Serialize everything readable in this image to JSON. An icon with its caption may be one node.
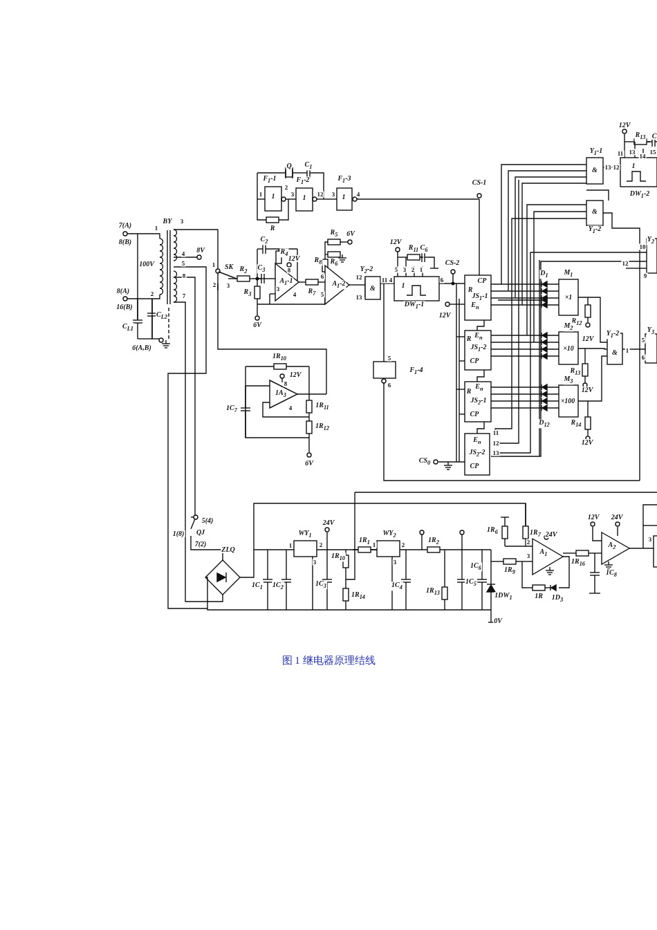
{
  "diagram": {
    "caption": "图 1 继电器原理结线",
    "labels": [
      "12V",
      "R$_{13}$",
      "C",
      "11",
      "13",
      "14",
      "15",
      "Y$_{1}$-1",
      "&",
      "13",
      "12",
      "1",
      "DW$_{1}$-2",
      "&",
      "Y$_{1}$-2",
      "Q",
      "C$_{1}$",
      "F$_{1}$-1",
      "F$_{1}$-2",
      "F$_{1}$-3",
      "CS-1",
      "1",
      "1",
      "2",
      "3",
      "1",
      "12",
      "3",
      "1",
      "4",
      "7(A)",
      "R",
      "8(B)",
      "BY",
      "3",
      "1",
      "100V",
      "4",
      "8V",
      "5",
      "8",
      "7",
      "8(A)",
      "2",
      "16(B)",
      "C$_{L2}$",
      "C$_{L1}$",
      "6(A,B)",
      "1",
      "SK",
      "2",
      "3",
      "R$_{2}$",
      "C$_{2}$",
      "C$_{3}$",
      "R$_{4}$",
      "12V",
      "8",
      "3",
      "A$_{1}$-1",
      "4",
      "R$_{3}$",
      "6V",
      "R$_{5}$",
      "6V",
      "R$_{8}$",
      "R$_{6}$",
      "R$_{7}$",
      "6",
      "A$_{1}$-2",
      "5",
      "Y$_{2}$-2",
      "12",
      "&",
      "13",
      "11",
      "4",
      "12V",
      "R$_{11}$",
      "C$_{6}$",
      "5",
      "3",
      "2",
      "1",
      "CS-2",
      "1",
      "6",
      "DW$_{1}$-1",
      "12V",
      "CP",
      "R",
      "JS$_{1}$-1",
      "E$_{n}$",
      "R",
      "E$_{n}$",
      "JS$_{1}$-2",
      "CP",
      "R",
      "E$_{n}$",
      "JS$_{2}$-1",
      "CP",
      "E$_{n}$",
      "JS$_{2}$-2",
      "CP",
      "11",
      "12",
      "13",
      "CS$_{0}$",
      "D$_{1}$",
      "M$_{1}$",
      "×1",
      "R$_{12}$",
      "M$_{2}$",
      "×10",
      "12V",
      "R$_{13}$",
      "12V",
      "M$_{3}$",
      "×100",
      "D$_{12}$",
      "R$_{14}$",
      "12V",
      "Y$_{1}$-2",
      "&",
      "1",
      "Y$_{3}$",
      "5",
      "6",
      "Y$_{2}$",
      "10",
      "12",
      "9",
      "5",
      "F$_{1}$-4",
      "6",
      "1R$_{10}$",
      "12V",
      "8",
      "1A$_{3}$",
      "4",
      "1C$_{7}$",
      "1R$_{11}$",
      "1R$_{12}$",
      "6V",
      "5(4)",
      "1(8)",
      "QJ",
      "7(2)",
      "ZLQ",
      "1C$_{1}$",
      "1C$_{2}$",
      "WY$_{1}$",
      "1",
      "2",
      "3",
      "24V",
      "1C$_{3}$",
      "1R$_{10}$",
      "1R$_{14}$",
      "1R$_{1}$",
      "WY$_{2}$",
      "1",
      "2",
      "3",
      "1C$_{4}$",
      "1R$_{2}$",
      "1R$_{13}$",
      "1C$_{5}$",
      "1C$_{6}$",
      "1DW$_{1}$",
      "0V",
      "1R$_{6}$",
      "1R$_{7}$",
      "24V",
      "2",
      "3",
      "A$_{1}$",
      "1R$_{9}$",
      "1R",
      "1D$_{3}$",
      "1R$_{16}$",
      "1C$_{8}$",
      "12V",
      "24V",
      "A$_{2}$",
      "3"
    ]
  }
}
